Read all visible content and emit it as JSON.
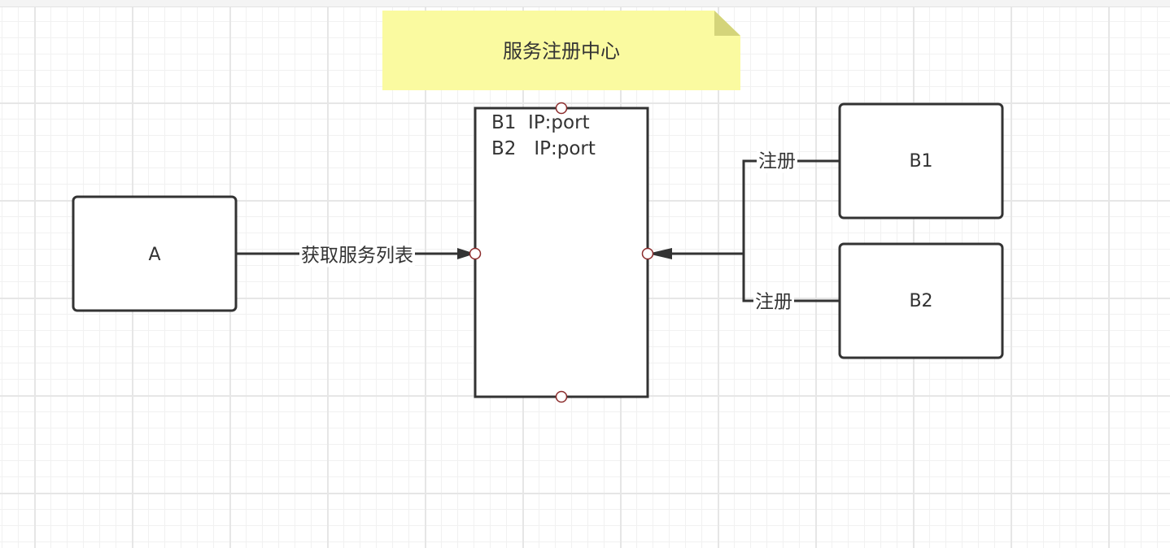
{
  "diagram": {
    "note": {
      "label": "服务注册中心",
      "fill": "#fafaa0",
      "fold_color": "#d4d47a"
    },
    "nodes": {
      "a": {
        "label": "A"
      },
      "b1": {
        "label": "B1"
      },
      "b2": {
        "label": "B2"
      }
    },
    "registry": {
      "lines": [
        "B1  IP:port",
        "B2   IP:port"
      ]
    },
    "edges": {
      "fetch": {
        "label": "获取服务列表"
      },
      "register_b1": {
        "label": "注册"
      },
      "register_b2": {
        "label": "注册"
      }
    },
    "colors": {
      "stroke": "#333333",
      "port_stroke": "#8b2b2b",
      "grid_major": "#e6e6e6",
      "grid_minor": "#f1f1f1"
    }
  }
}
